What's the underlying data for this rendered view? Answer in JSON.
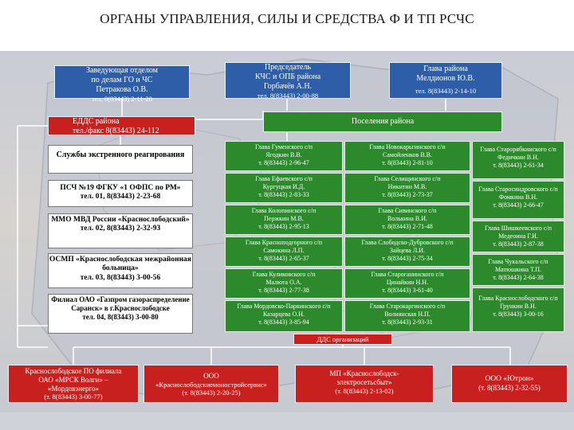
{
  "title": "ОРГАНЫ УПРАВЛЕНИЯ, СИЛЫ И СРЕДСТВА Ф И ТП РСЧС",
  "top_boxes": [
    {
      "lines": [
        "Заведующая отделом",
        "по делам ГО и ЧС",
        "Петракова О.В."
      ],
      "phone": "тел. 8(83443) 2-11-20"
    },
    {
      "lines": [
        "Председатель",
        "КЧС и ОПБ района",
        "Горбачёв А.Н."
      ],
      "phone": "тел. 8(83443) 2-00-88"
    },
    {
      "lines": [
        "Глава района",
        "Мелдионов Ю.В."
      ],
      "phone": "тел. 8(83443) 2-14-10"
    }
  ],
  "edds": {
    "line1": "ЕДДС района",
    "line2": "тел./факс 8(83443) 24-112"
  },
  "settlements_header": "Поселения района",
  "emergency_header": "Службы экстренного реагирования",
  "emergency_services": [
    {
      "text": "ПСЧ №19 ФГКУ «1 ОФПС по РМ»",
      "phone": "тел. 01, 8(83443) 2-23-68"
    },
    {
      "text": "ММО МВД России «Краснослободский»",
      "phone": "тел. 02, 8(83443) 2-32-93"
    },
    {
      "text": "ОСМП «Краснослободская межрайонная больница»",
      "phone": "тел. 03, 8(83443) 3-00-56"
    },
    {
      "text": "Филиал ОАО «Газпром газораспределение Саранск» в г.Краснослободске",
      "phone": "тел. 04, 8(83443) 3-00-80"
    }
  ],
  "settlements": {
    "col1": [
      {
        "name": "Глава Гуменского с/п",
        "person": "Ягодкин В.В.",
        "phone": "т. 8(83443) 2-96-47"
      },
      {
        "name": "Глава Ефаевского с/п",
        "person": "Кургуцкая И.Д.",
        "phone": "т. 8(83443) 2-83-33"
      },
      {
        "name": "Глава Колопинского с/п",
        "person": "Пержкин М.В.",
        "phone": "т. 8(83443) 2-95-13"
      },
      {
        "name": "Глава Красноподгорного с/п",
        "person": "Самокина Л.П.",
        "phone": "т. 8(83443) 2-65-37"
      },
      {
        "name": "Глава Куликовского с/п",
        "person": "Малюта О.А.",
        "phone": "т. 8(83443) 2-77-38"
      },
      {
        "name": "Глава Мордовско-Паркинского с/п",
        "person": "Казарцева О.Н.",
        "phone": "т. 8(83443) 3-85-94"
      }
    ],
    "col2": [
      {
        "name": "Глава Новокарьгинского с/п",
        "person": "Самойленков В.В.",
        "phone": "т. 8(83443) 2-81-10"
      },
      {
        "name": "Глава Селищинского с/п",
        "person": "Никитин М.В.",
        "phone": "т. 8(83443) 2-73-37"
      },
      {
        "name": "Глава Сивинского с/п",
        "person": "Волькина В.И.",
        "phone": "т. 8(83443) 2-71-48"
      },
      {
        "name": "Глава Слободско-Дубровского с/п",
        "person": "Зайцева Л.И.",
        "phone": "т. 8(83443) 2-75-34"
      },
      {
        "name": "Глава Староганинского с/п",
        "person": "Цинайкин Н.Н.",
        "phone": "т. 8(83443) 3-61-40"
      },
      {
        "name": "Глава Старокаргинского с/п",
        "person": "Волнянская Н.П.",
        "phone": "т. 8(83443) 2-93-31"
      }
    ],
    "col3": [
      {
        "name": "Глава Старорябкинского с/п",
        "person": "Федичкин В.Н.",
        "phone": "т. 8(83443) 2-61-34"
      },
      {
        "name": "Глава Старосиндровского с/п",
        "person": "Фомкина В.Н.",
        "phone": "т. 8(83443) 2-66-47"
      },
      {
        "name": "Глава Шишкеевского с/п",
        "person": "Медеоина Г.И.",
        "phone": "т. 8(83443) 2-87-38"
      },
      {
        "name": "Глава Чукальского с/п",
        "person": "Матюшкина Т.П.",
        "phone": "т. 8(83443) 2-64-38"
      },
      {
        "name": "Глава Краснослободского с/п",
        "person": "Грункин В.Н.",
        "phone": "т. 8(83443) 3-00-16"
      }
    ]
  },
  "dds_header": "ДДС организаций",
  "bottom_orgs": [
    {
      "lines": [
        "Краснослободское ПО филиала",
        "ОАО «МРСК Волги» –",
        "«Мордовэнерго»"
      ],
      "phone": "(т. 8(83443) 3-00-77)"
    },
    {
      "lines": [
        "ООО",
        "«Краснослободскиемоностройсервис»"
      ],
      "phone": "(т. 8(83443) 2-20-25)"
    },
    {
      "lines": [
        "МП «Краснослободск-",
        "электросетьсбыт»"
      ],
      "phone": "(т. 8(83443) 2-13-02)"
    },
    {
      "lines": [
        "ООО «Ютрон»"
      ],
      "phone": "(т. 8(83443) 2-32-55)"
    }
  ],
  "colors": {
    "blue": "#2f5ea8",
    "green": "#2d8a2c",
    "red": "#c7201f"
  }
}
